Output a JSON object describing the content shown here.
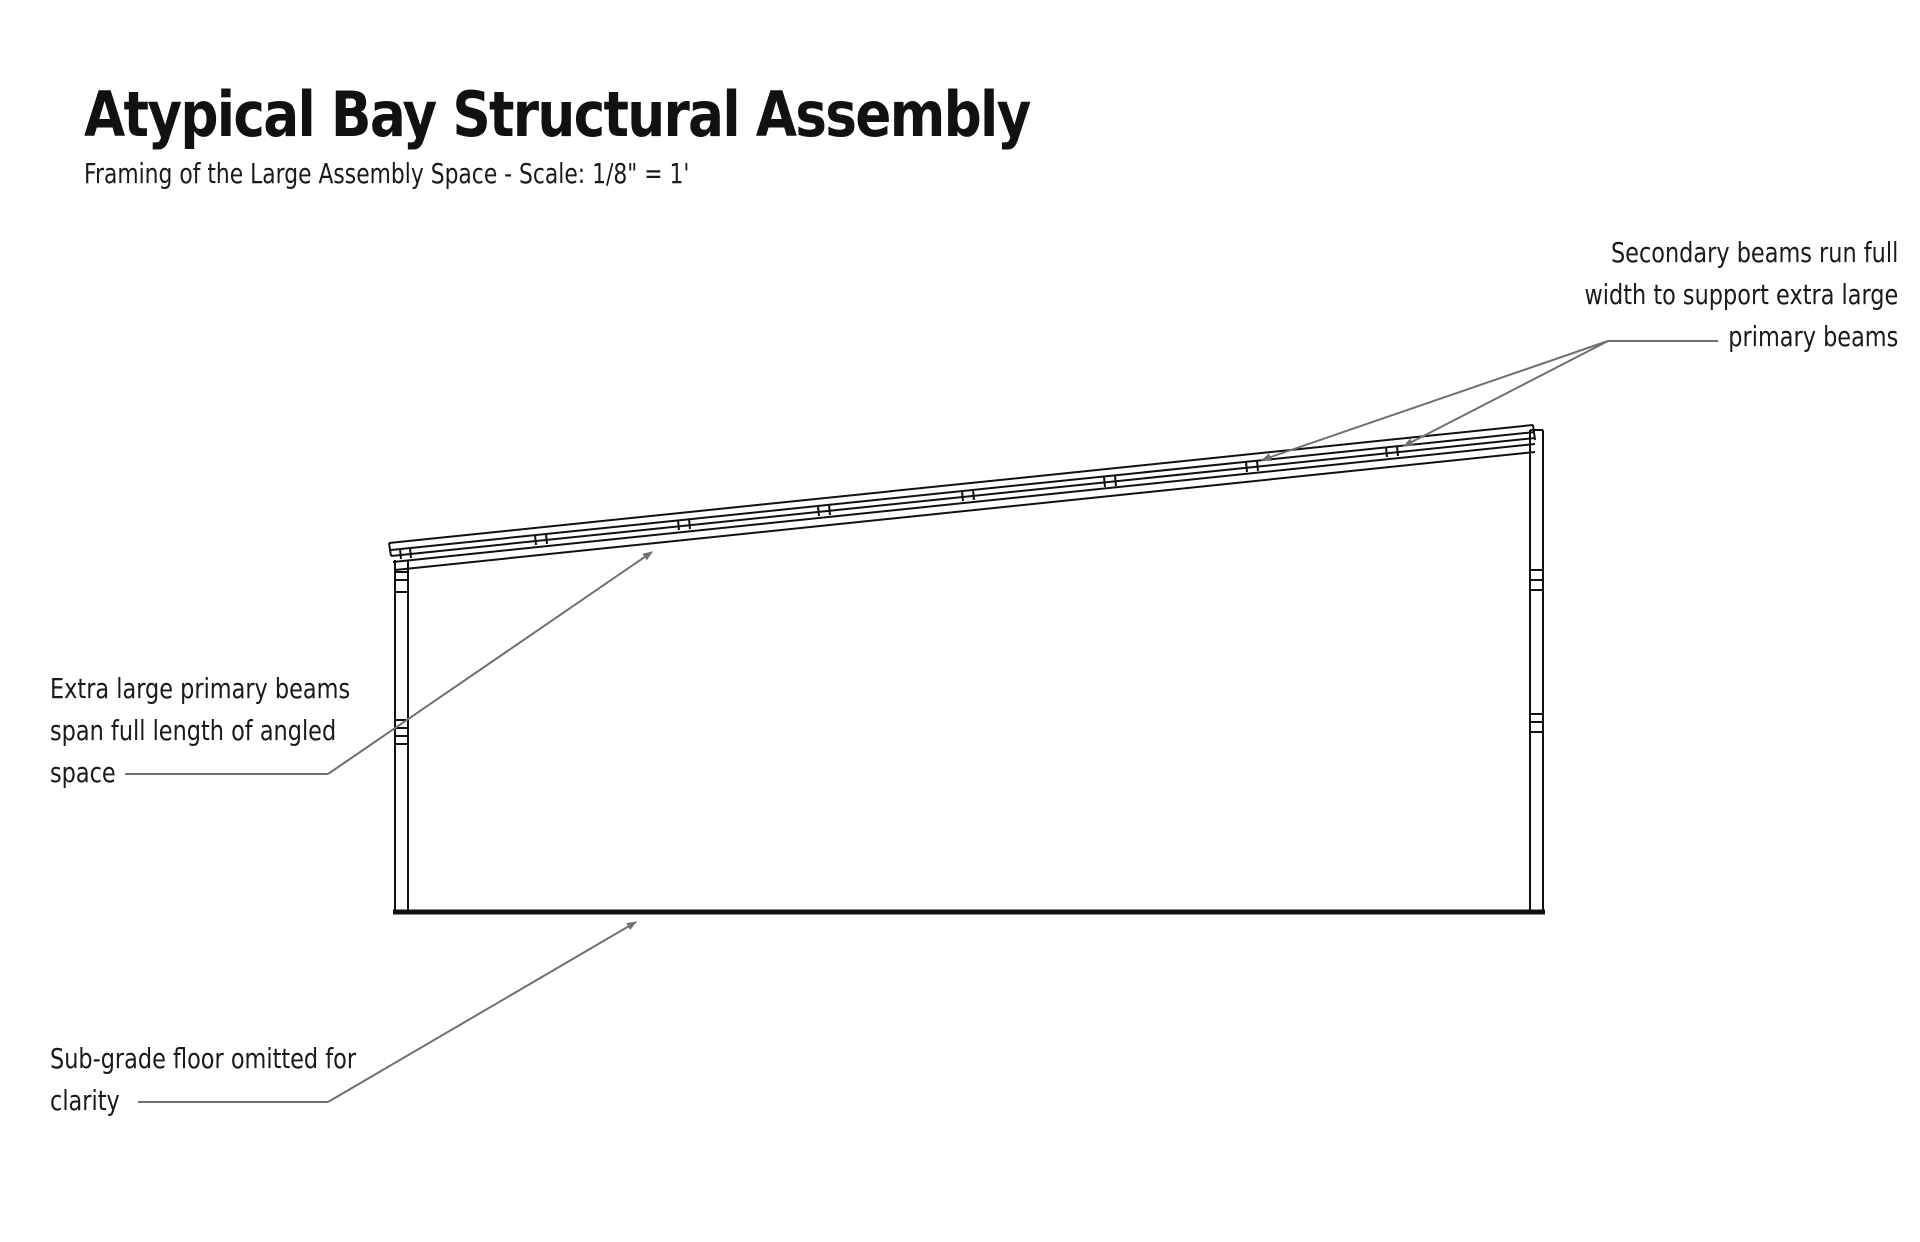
{
  "header": {
    "title": "Atypical Bay Structural Assembly",
    "subtitle": "Framing of the Large Assembly Space - Scale: 1/8\" = 1'"
  },
  "callouts": {
    "secondary_beams": [
      "Secondary beams run full",
      "width to support extra large",
      "primary beams"
    ],
    "primary_beams": [
      "Extra large primary beams",
      "span full length of angled",
      "space"
    ],
    "subgrade_floor": [
      "Sub-grade floor omitted for",
      "clarity"
    ]
  },
  "colors": {
    "line": "#111111",
    "leader": "#707070",
    "background": "#ffffff"
  }
}
